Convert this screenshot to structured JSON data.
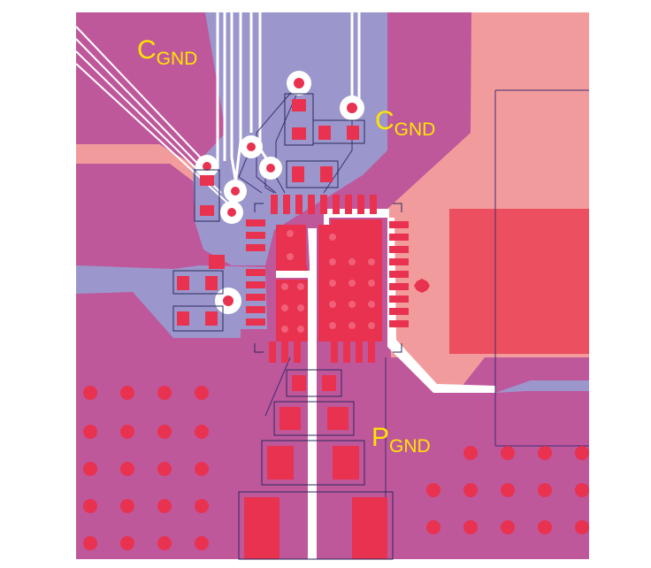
{
  "labels": {
    "cgnd_left": {
      "main": "C",
      "sub": "GND"
    },
    "cgnd_right": {
      "main": "C",
      "sub": "GND"
    },
    "pgnd": {
      "main": "P",
      "sub": "GND"
    }
  },
  "colors": {
    "background": "#ffffff",
    "ground_plane_magenta": "#bf579b",
    "signal_ground_lilac": "#9b97cc",
    "power_plane_salmon": "#f29b9c",
    "thermal_pad_red": "#ec4f5f",
    "pad_red": "#e8324f",
    "via_red": "#e8324f",
    "outline_navy": "#2b2a5c",
    "label_yellow": "#ffe600"
  }
}
